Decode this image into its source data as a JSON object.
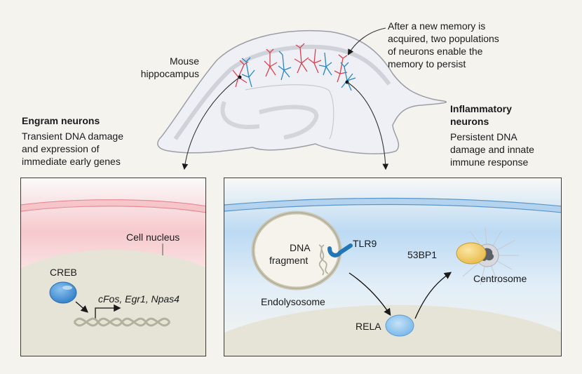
{
  "labels": {
    "mouse_hippocampus": [
      "Mouse",
      "hippocampus"
    ],
    "annotation": [
      "After a new memory is",
      "acquired, two populations",
      "of neurons enable the",
      "memory to persist"
    ],
    "engram": {
      "title": "Engram neurons",
      "desc": [
        "Transient DNA damage",
        "and expression of",
        "immediate early genes"
      ]
    },
    "inflammatory": {
      "title": [
        "Inflammatory",
        "neurons"
      ],
      "desc": [
        "Persistent DNA",
        "damage and innate",
        "immune response"
      ]
    }
  },
  "left_panel": {
    "cell_nucleus": "Cell nucleus",
    "creb": "CREB",
    "genes": "cFos, Egr1, Npas4"
  },
  "right_panel": {
    "dna_fragment": [
      "DNA",
      "fragment"
    ],
    "tlr9": "TLR9",
    "endolysosome": "Endolysosome",
    "rela": "RELA",
    "bp53": "53BP1",
    "centrosome": "Centrosome"
  },
  "colors": {
    "background": "#f4f3ee",
    "engram_red": "#d9414f",
    "inflammatory_blue": "#2a86c2",
    "membrane_red": "#f2b6bb",
    "membrane_blue": "#a9cdee",
    "nucleus": "#e6e4d6",
    "creb": "#3f8fd6",
    "rela": "#8cc4ee",
    "bp53": "#f0cc6a",
    "tlr9": "#2276b8"
  }
}
